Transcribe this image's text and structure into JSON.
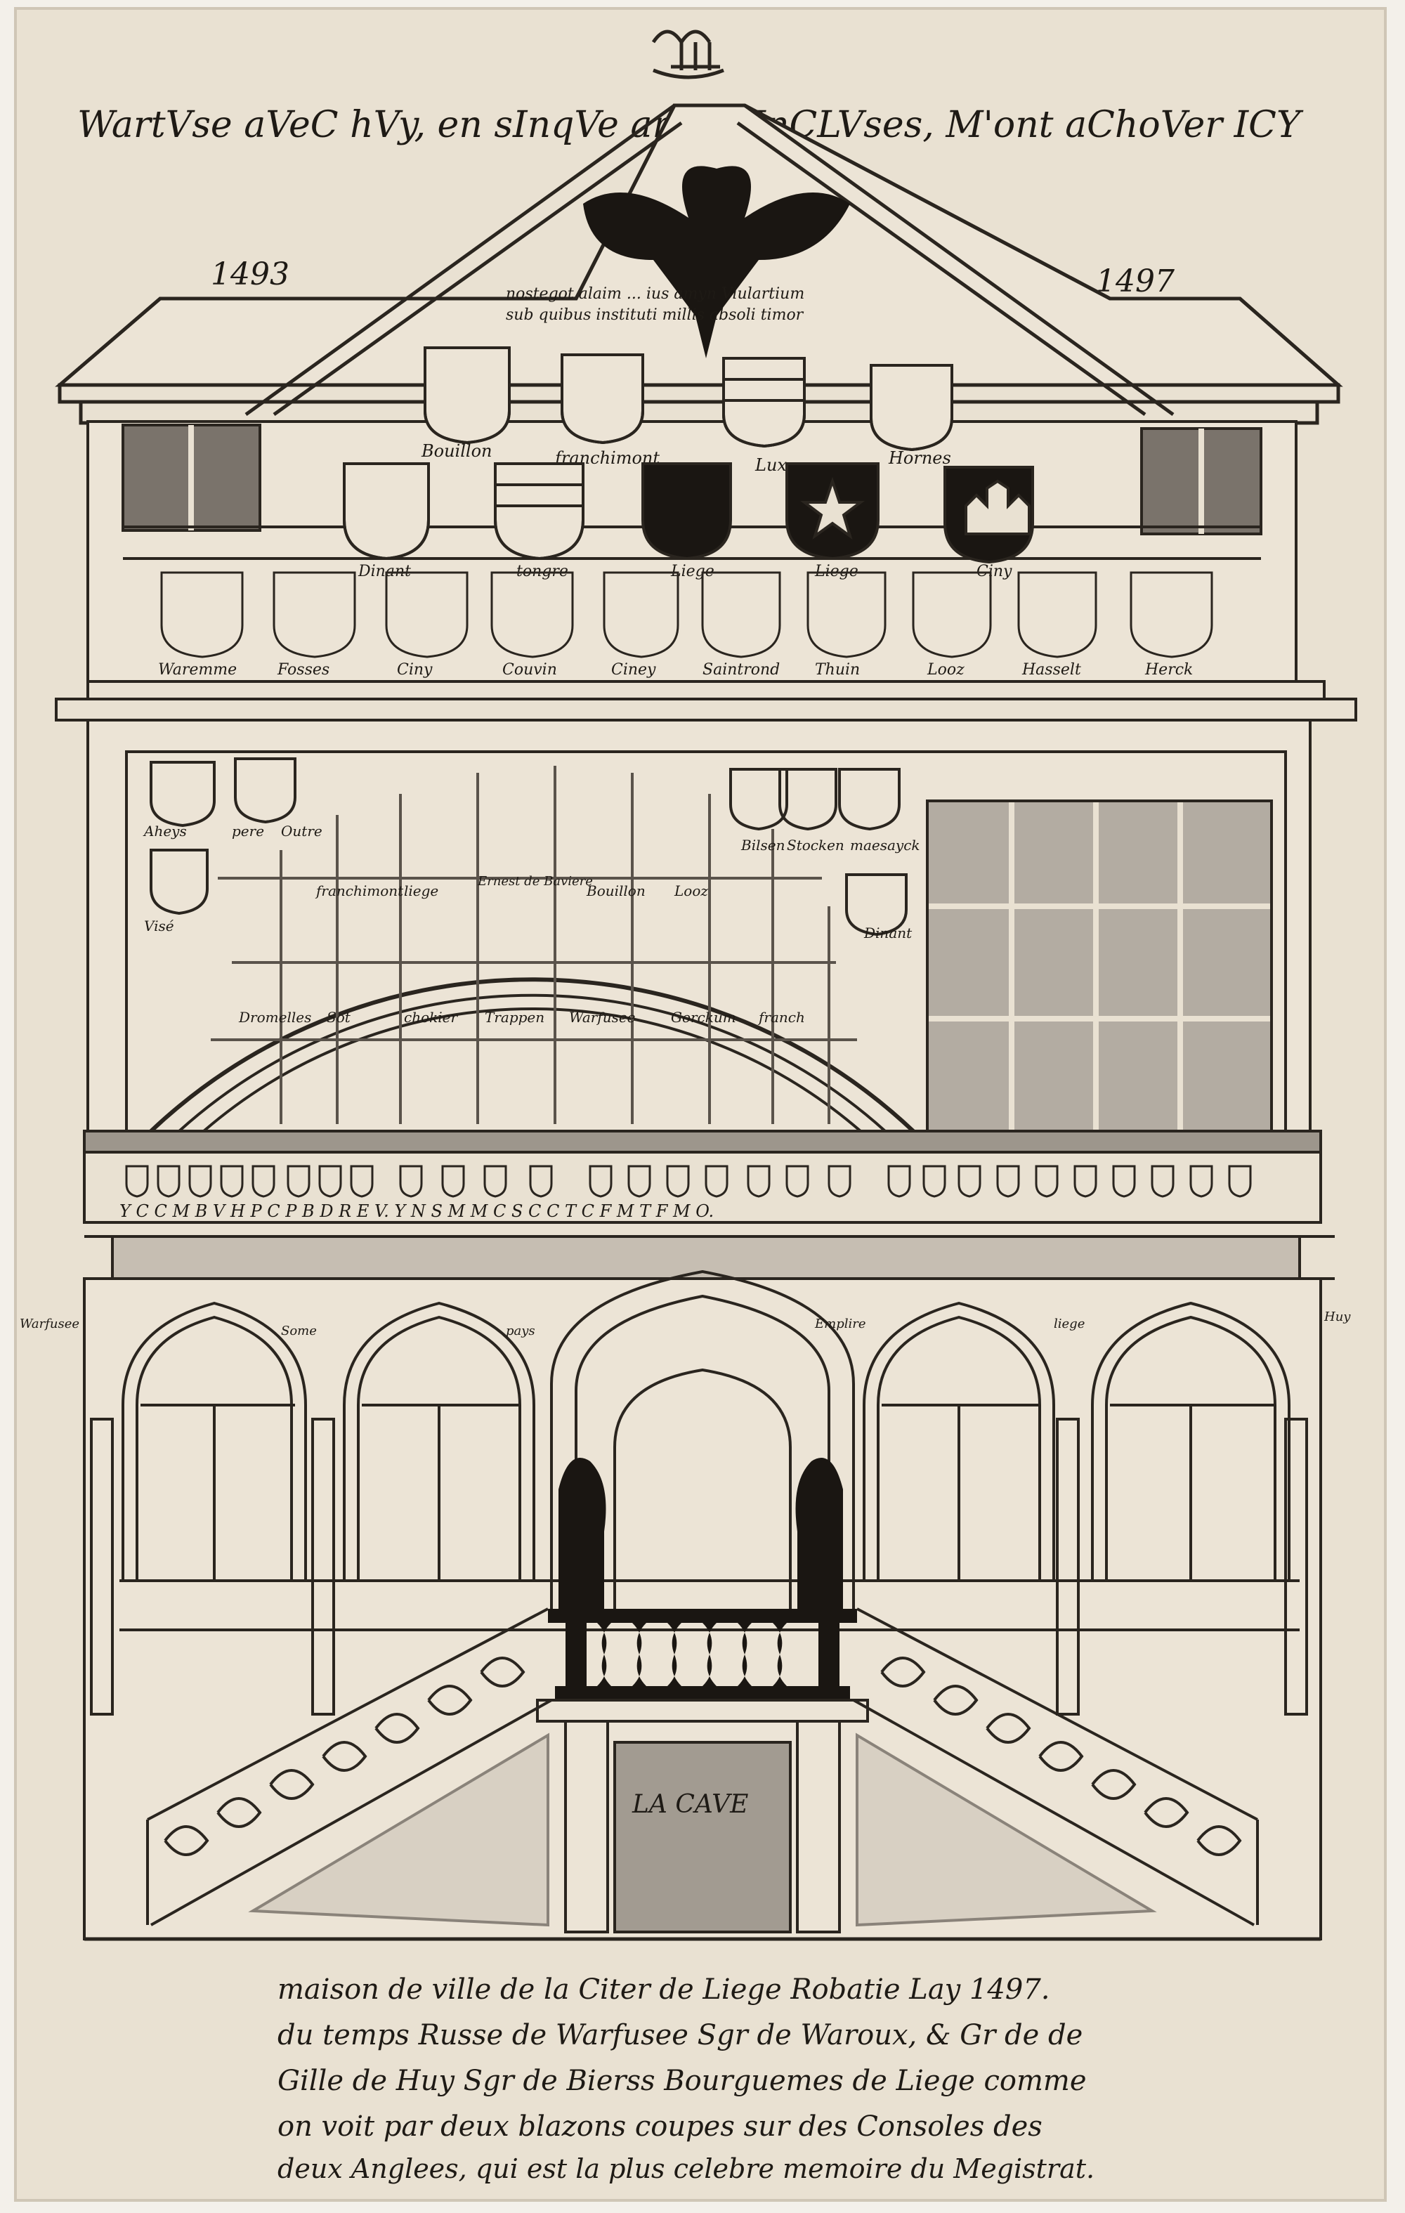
{
  "drawing": {
    "motto": "WartVse aVeC hVy, en sInqVe annes InCLVses, M'ont aChoVer ICY",
    "year_left": "1493",
    "year_right": "1497",
    "pediment_inscription_1": "nostegot alaim ... ius amyn Viulartium",
    "pediment_inscription_2": "sub quibus instituti millis absoli timor",
    "shield_labels_upper": [
      "Bouillon",
      "franchimont",
      "Lux",
      "Hornes"
    ],
    "shield_labels_lower": [
      "Dinant",
      "tongre",
      "Liege",
      "Liege",
      "Ciny"
    ],
    "frieze_labels": [
      "Waremme",
      "Fosses",
      "Ciny",
      "Couvin",
      "Ciney",
      "Saintrond",
      "Thuin",
      "Looz",
      "Hasselt",
      "Herck"
    ],
    "left_window_labels": [
      "Aheys",
      "pere",
      "Outre",
      "Visé"
    ],
    "right_window_labels": [
      "Bilsen",
      "Stocken",
      "maesayck",
      "Dinant"
    ],
    "window_row_1": [
      "franchimont",
      "liege",
      "Ernest de Baviere",
      "Bouillon",
      "Looz"
    ],
    "window_row_2": [
      "Dromelles",
      "Sot",
      "chokier",
      "Trappen",
      "Warfusee",
      "Gorckum",
      "franch"
    ],
    "balcony_letters": "Y C C M B V H P   C P B D   R E V. Y N S M M   C S C C T C F M T F M O.",
    "side_label_left": "Warfusee",
    "side_label_right": "Huy",
    "arch_labels": [
      "Some",
      "pays",
      "Emplire",
      "liege"
    ],
    "cellar_label": "LA CAVE",
    "caption_lines": [
      "maison de ville de la Citer de Liege Robatie Lay 1497.",
      "du temps Russe de Warfusee Sgr de Waroux, & Gr de de",
      "Gille de Huy Sgr de Bierss Bourguemes de Liege comme",
      "on voit par deux blazons coupes sur des Consoles des",
      "deux Anglees, qui est la plus celebre memoire du Megistrat."
    ]
  }
}
